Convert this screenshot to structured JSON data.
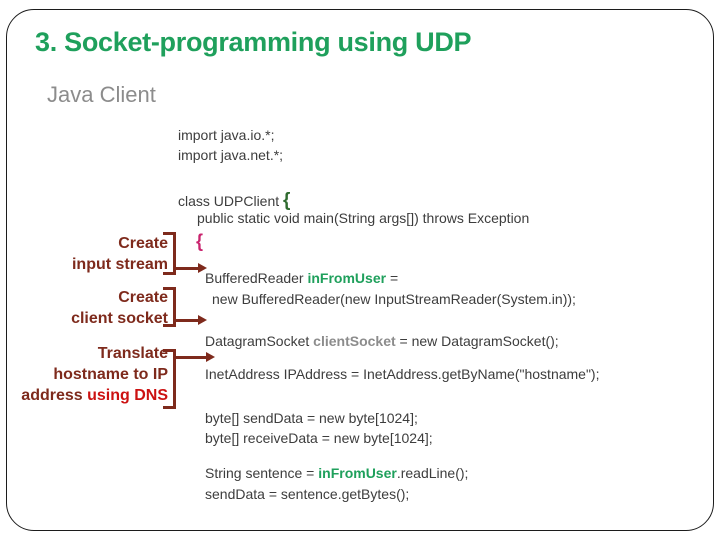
{
  "slide": {
    "title": "3. Socket-programming using UDP",
    "subtitle": "Java Client"
  },
  "code": {
    "import1": "import java.io.*;",
    "import2": "import java.net.*;",
    "class_decl": "class UDPClient ",
    "class_brace": "{",
    "main_decl": "public static void main(String args[]) throws Exception",
    "block_brace": "{",
    "buffered_pre": "BufferedReader ",
    "buffered_var": "inFromUser",
    "buffered_post": " =",
    "buffered_line2": "new BufferedReader(new InputStreamReader(System.in));",
    "datagram_pre": "DatagramSocket ",
    "datagram_var": "clientSocket",
    "datagram_post": " = new DatagramSocket();",
    "inet_line": "InetAddress IPAddress = InetAddress.getByName(\"hostname\");",
    "send_line": "byte[] sendData = new byte[1024];",
    "receive_line": "byte[] receiveData = new byte[1024];",
    "sentence_pre": "String sentence = ",
    "sentence_var": "inFromUser",
    "sentence_post": ".readLine();",
    "getbytes_line": "sendData = sentence.getBytes();"
  },
  "labels": {
    "create_input": {
      "line1": "Create",
      "line2": "input stream"
    },
    "create_socket": {
      "line1": "Create",
      "line2": "client socket"
    },
    "translate": {
      "line1": "Translate",
      "line2": "hostname to IP",
      "line3_pre": "address ",
      "line3_red": "using DNS"
    }
  },
  "colors": {
    "green": "#1FA05C",
    "darkgreen": "#2F6B2F",
    "maroon": "#7E2A1C",
    "red": "#CC1111",
    "magenta": "#C9246E",
    "gray": "#8C8C8C",
    "code": "#3D3D3D",
    "border": "#1C1C1C"
  }
}
